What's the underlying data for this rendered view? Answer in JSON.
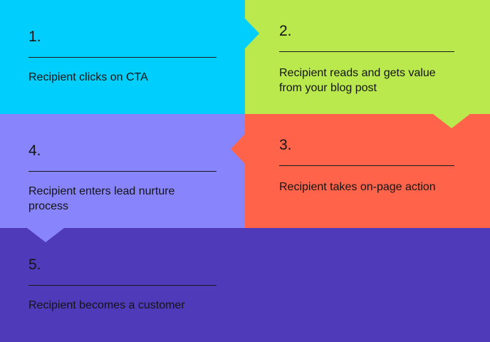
{
  "steps": [
    {
      "number": "1.",
      "text": "Recipient clicks on CTA",
      "color": "#00cffd"
    },
    {
      "number": "2.",
      "text": "Recipient reads and gets value from your blog post",
      "color": "#b9e94d"
    },
    {
      "number": "3.",
      "text": "Recipient takes on-page action",
      "color": "#ff644b"
    },
    {
      "number": "4.",
      "text": "Recipient enters lead nurture process",
      "color": "#8884fb"
    },
    {
      "number": "5.",
      "text": "Recipient becomes a customer",
      "color": "#4f3bba"
    }
  ],
  "text_color": "#141414",
  "connectors": [
    {
      "from": "1.",
      "to": "2.",
      "direction": "right",
      "shape": "arrow-notch"
    },
    {
      "from": "2.",
      "to": "3.",
      "direction": "down",
      "shape": "arrow-notch"
    },
    {
      "from": "3.",
      "to": "4.",
      "direction": "left",
      "shape": "arrow-notch"
    },
    {
      "from": "4.",
      "to": "5.",
      "direction": "down",
      "shape": "arrow-notch"
    }
  ]
}
